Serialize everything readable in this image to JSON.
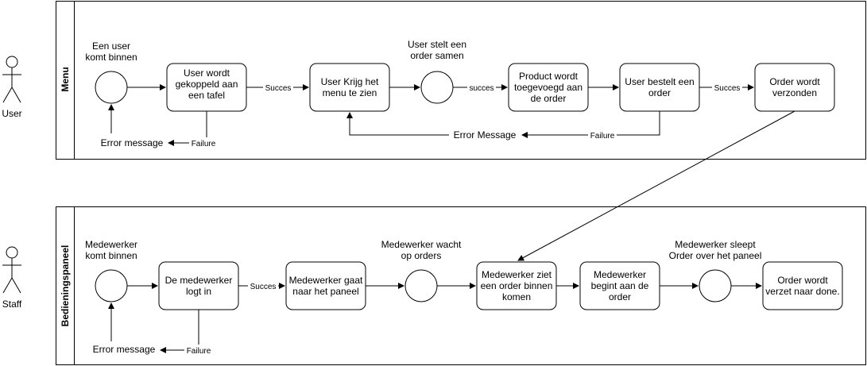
{
  "actors": {
    "user": "User",
    "staff": "Staff"
  },
  "lanes": {
    "menu": "Menu",
    "panel": "Bedieningspaneel"
  },
  "menu": {
    "start_caption": [
      "Een user",
      "komt binnen"
    ],
    "coupled": [
      "User wordt",
      "gekoppeld aan",
      "een tafel"
    ],
    "menu_view": [
      "User Krijg het",
      "menu te zien"
    ],
    "order_caption": [
      "User stelt een",
      "order samen"
    ],
    "product_added": [
      "Product wordt",
      "toegevoegd aan",
      "de order"
    ],
    "order_placed": [
      "User bestelt een",
      "order"
    ],
    "order_sent": [
      "Order wordt",
      "verzonden"
    ],
    "edge_succes_1": "Succes",
    "edge_succes_2": "succes",
    "edge_succes_3": "Succes",
    "error_message": "Error message",
    "edge_failure": "Failure",
    "error_message_2": "Error Message",
    "edge_failure_2": "Failure"
  },
  "panel": {
    "start_caption": [
      "Medewerker",
      "komt binnen"
    ],
    "logs_in": [
      "De medewerker",
      "logt in"
    ],
    "to_panel": [
      "Medewerker gaat",
      "naar het paneel"
    ],
    "wait_caption": [
      "Medewerker wacht",
      "op orders"
    ],
    "sees_order": [
      "Medewerker ziet",
      "een order binnen",
      "komen"
    ],
    "starts_order": [
      "Medewerker",
      "begint aan de",
      "order"
    ],
    "drag_caption": [
      "Medewerker sleept",
      "Order over het paneel"
    ],
    "done": [
      "Order wordt",
      "verzet naar done."
    ],
    "edge_succes": "Succes",
    "error_message": "Error message",
    "edge_failure": "Failure"
  }
}
